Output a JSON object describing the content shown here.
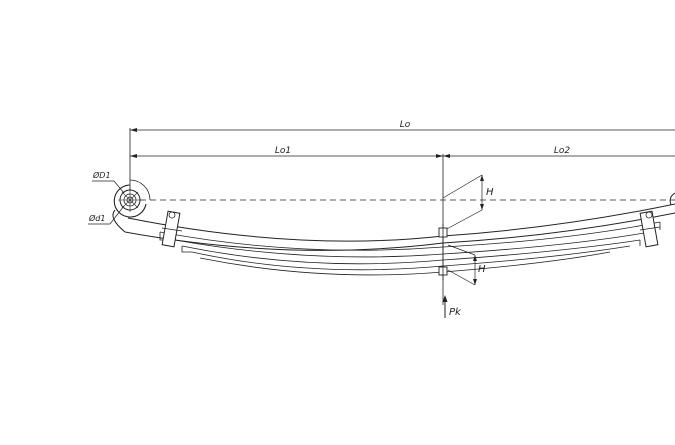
{
  "dimensions": {
    "overall_length": "Lo",
    "front_segment": "Lo1",
    "rear_segment": "Lo2"
  },
  "eye": {
    "outer_diameter": "ØD1",
    "inner_diameter": "Ød1"
  },
  "deflection_upper": "H",
  "deflection_lower": "H",
  "load": "Pk",
  "colors": {
    "ink": "#222222",
    "background": "#ffffff"
  }
}
